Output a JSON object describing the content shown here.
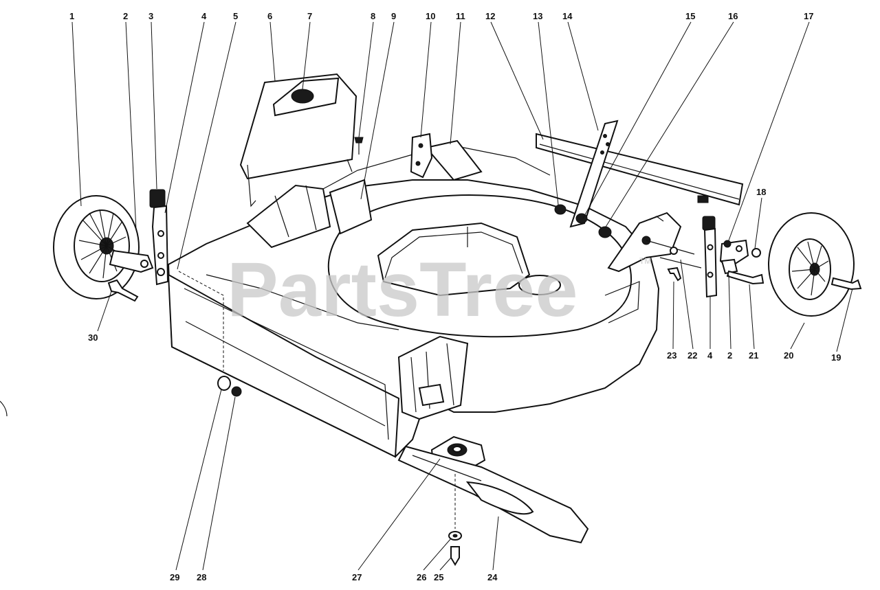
{
  "watermark": {
    "text": "PartsTree",
    "mark": "TM"
  },
  "callouts": [
    {
      "id": "c1",
      "label": "1"
    },
    {
      "id": "c2",
      "label": "2"
    },
    {
      "id": "c3",
      "label": "3"
    },
    {
      "id": "c4",
      "label": "4"
    },
    {
      "id": "c5",
      "label": "5"
    },
    {
      "id": "c6",
      "label": "6"
    },
    {
      "id": "c7",
      "label": "7"
    },
    {
      "id": "c8",
      "label": "8"
    },
    {
      "id": "c9",
      "label": "9"
    },
    {
      "id": "c10",
      "label": "10"
    },
    {
      "id": "c11",
      "label": "11"
    },
    {
      "id": "c12",
      "label": "12"
    },
    {
      "id": "c13",
      "label": "13"
    },
    {
      "id": "c14",
      "label": "14"
    },
    {
      "id": "c15",
      "label": "15"
    },
    {
      "id": "c16",
      "label": "16"
    },
    {
      "id": "c17",
      "label": "17"
    },
    {
      "id": "c18",
      "label": "18"
    },
    {
      "id": "c19",
      "label": "19"
    },
    {
      "id": "c20",
      "label": "20"
    },
    {
      "id": "c21",
      "label": "21"
    },
    {
      "id": "c2b",
      "label": "2"
    },
    {
      "id": "c4b",
      "label": "4"
    },
    {
      "id": "c22",
      "label": "22"
    },
    {
      "id": "c23",
      "label": "23"
    },
    {
      "id": "c24",
      "label": "24"
    },
    {
      "id": "c25",
      "label": "25"
    },
    {
      "id": "c26",
      "label": "26"
    },
    {
      "id": "c27",
      "label": "27"
    },
    {
      "id": "c28",
      "label": "28"
    },
    {
      "id": "c29",
      "label": "29"
    },
    {
      "id": "c30",
      "label": "30"
    }
  ]
}
